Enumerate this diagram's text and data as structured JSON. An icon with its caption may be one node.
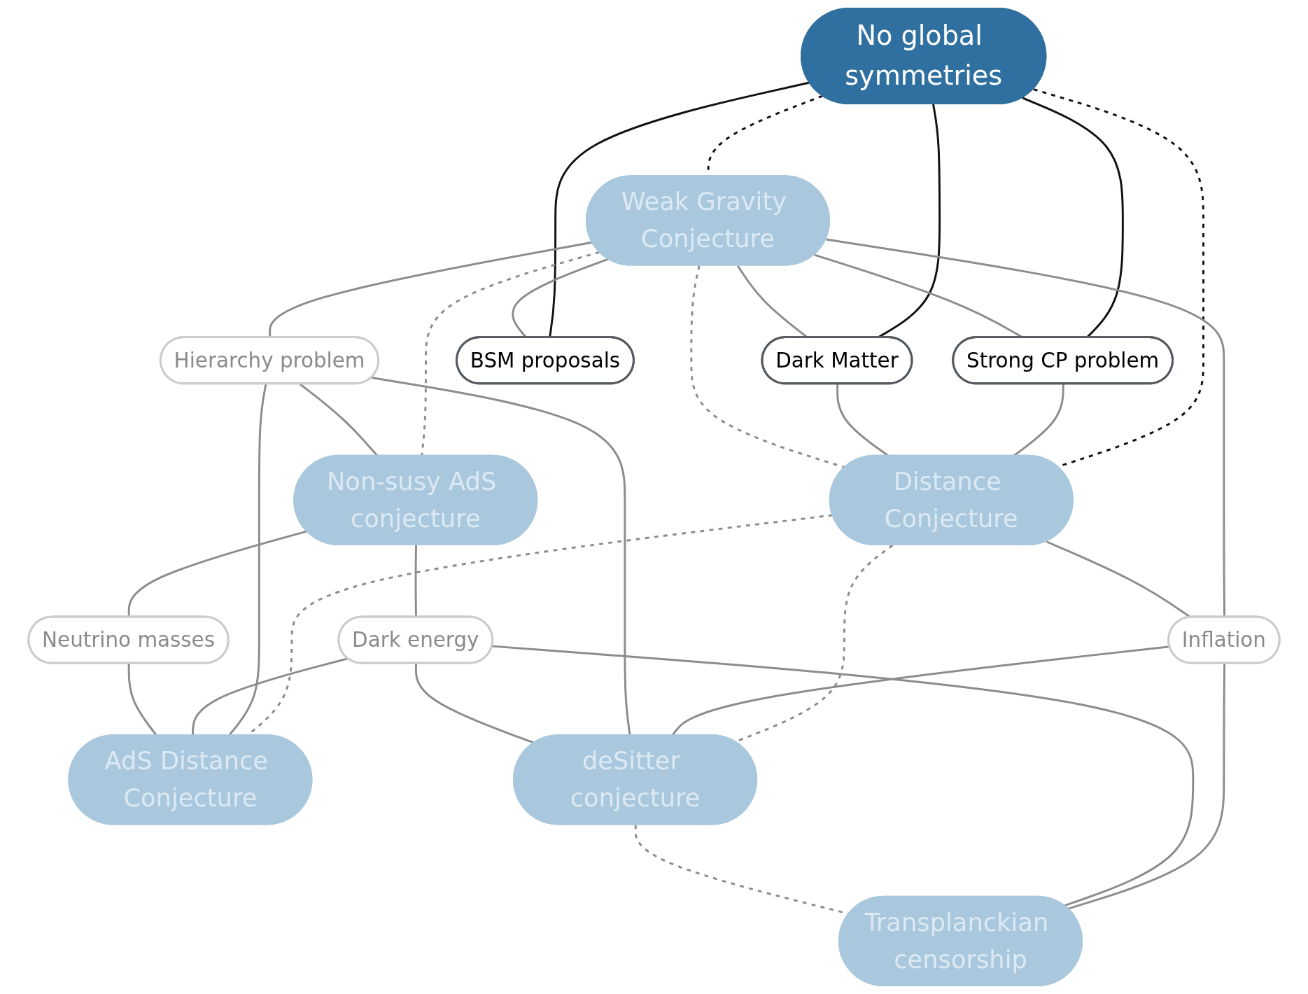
{
  "diagram": {
    "nodes": [
      {
        "text": [
          "No global symmetries"
        ]
      },
      {
        "text": [
          "Strong CP problem"
        ]
      },
      {
        "text": [
          "Dark Matter"
        ]
      },
      {
        "text": [
          "Weak Gravity Conjecture"
        ]
      },
      {
        "text": [
          "Distance Conjecture"
        ]
      },
      {
        "text": [
          "Inflation"
        ]
      },
      {
        "text": [
          "BSM proposals"
        ]
      },
      {
        "text": [
          "Hierarchy problem"
        ]
      },
      {
        "text": [
          "AdS Distance Conjecture"
        ]
      },
      {
        "text": [
          "Non-susy AdS conjecture"
        ]
      },
      {
        "text": [
          "Dark energy"
        ]
      },
      {
        "text": [
          "deSitter conjecture"
        ]
      },
      {
        "text": [
          "Neutrino masses"
        ]
      },
      {
        "text": [
          "Transplanckian censorship"
        ]
      }
    ],
    "edges": [
      {
        "from": 0,
        "to": 3,
        "arrow": "none",
        "style": "dashed",
        "color": "#111111"
      },
      {
        "from": 0,
        "to": 4,
        "arrow": "none",
        "style": "dashed",
        "color": "#111111"
      },
      {
        "from": 0,
        "to": 1,
        "arrow": "none",
        "color": "#111111"
      },
      {
        "from": 0,
        "to": 2,
        "arrow": "none",
        "color": "#111111"
      },
      {
        "from": 0,
        "to": 6,
        "arrow": "none",
        "color": "#111111"
      },
      {
        "from": 3,
        "to": 1,
        "arrow": "none"
      },
      {
        "from": 1,
        "to": 4,
        "arrow": "none"
      },
      {
        "from": 3,
        "to": 2,
        "arrow": "none"
      },
      {
        "from": 2,
        "to": 4,
        "arrow": "none"
      },
      {
        "from": 3,
        "to": 4,
        "arrow": "none",
        "style": "dashed"
      },
      {
        "from": 3,
        "to": 5,
        "arrow": "none"
      },
      {
        "from": 4,
        "to": 5,
        "arrow": "none"
      },
      {
        "from": 3,
        "to": 6,
        "arrow": "none"
      },
      {
        "from": 3,
        "to": 7,
        "arrow": "none"
      },
      {
        "from": 3,
        "to": 9,
        "arrow": "none",
        "style": "dashed"
      },
      {
        "from": 4,
        "to": 11,
        "arrow": "none",
        "style": "dashed"
      },
      {
        "from": 4,
        "to": 8,
        "arrow": "none",
        "style": "dashed"
      },
      {
        "from": 5,
        "to": 11,
        "arrow": "none"
      },
      {
        "from": 5,
        "to": 13,
        "arrow": "none"
      },
      {
        "from": 7,
        "to": 8,
        "arrow": "none"
      },
      {
        "from": 7,
        "to": 11,
        "arrow": "none"
      },
      {
        "from": 7,
        "to": 9,
        "arrow": "none"
      },
      {
        "from": 9,
        "to": 10,
        "arrow": "none"
      },
      {
        "from": 10,
        "to": 8,
        "arrow": "none"
      },
      {
        "from": 10,
        "to": 13,
        "arrow": "none"
      },
      {
        "from": 10,
        "to": 11,
        "arrow": "none"
      },
      {
        "from": 9,
        "to": 12,
        "arrow": "none"
      },
      {
        "from": 12,
        "to": 8,
        "arrow": "none"
      },
      {
        "from": 11,
        "to": 13,
        "arrow": "none",
        "style": "dashed"
      }
    ]
  }
}
